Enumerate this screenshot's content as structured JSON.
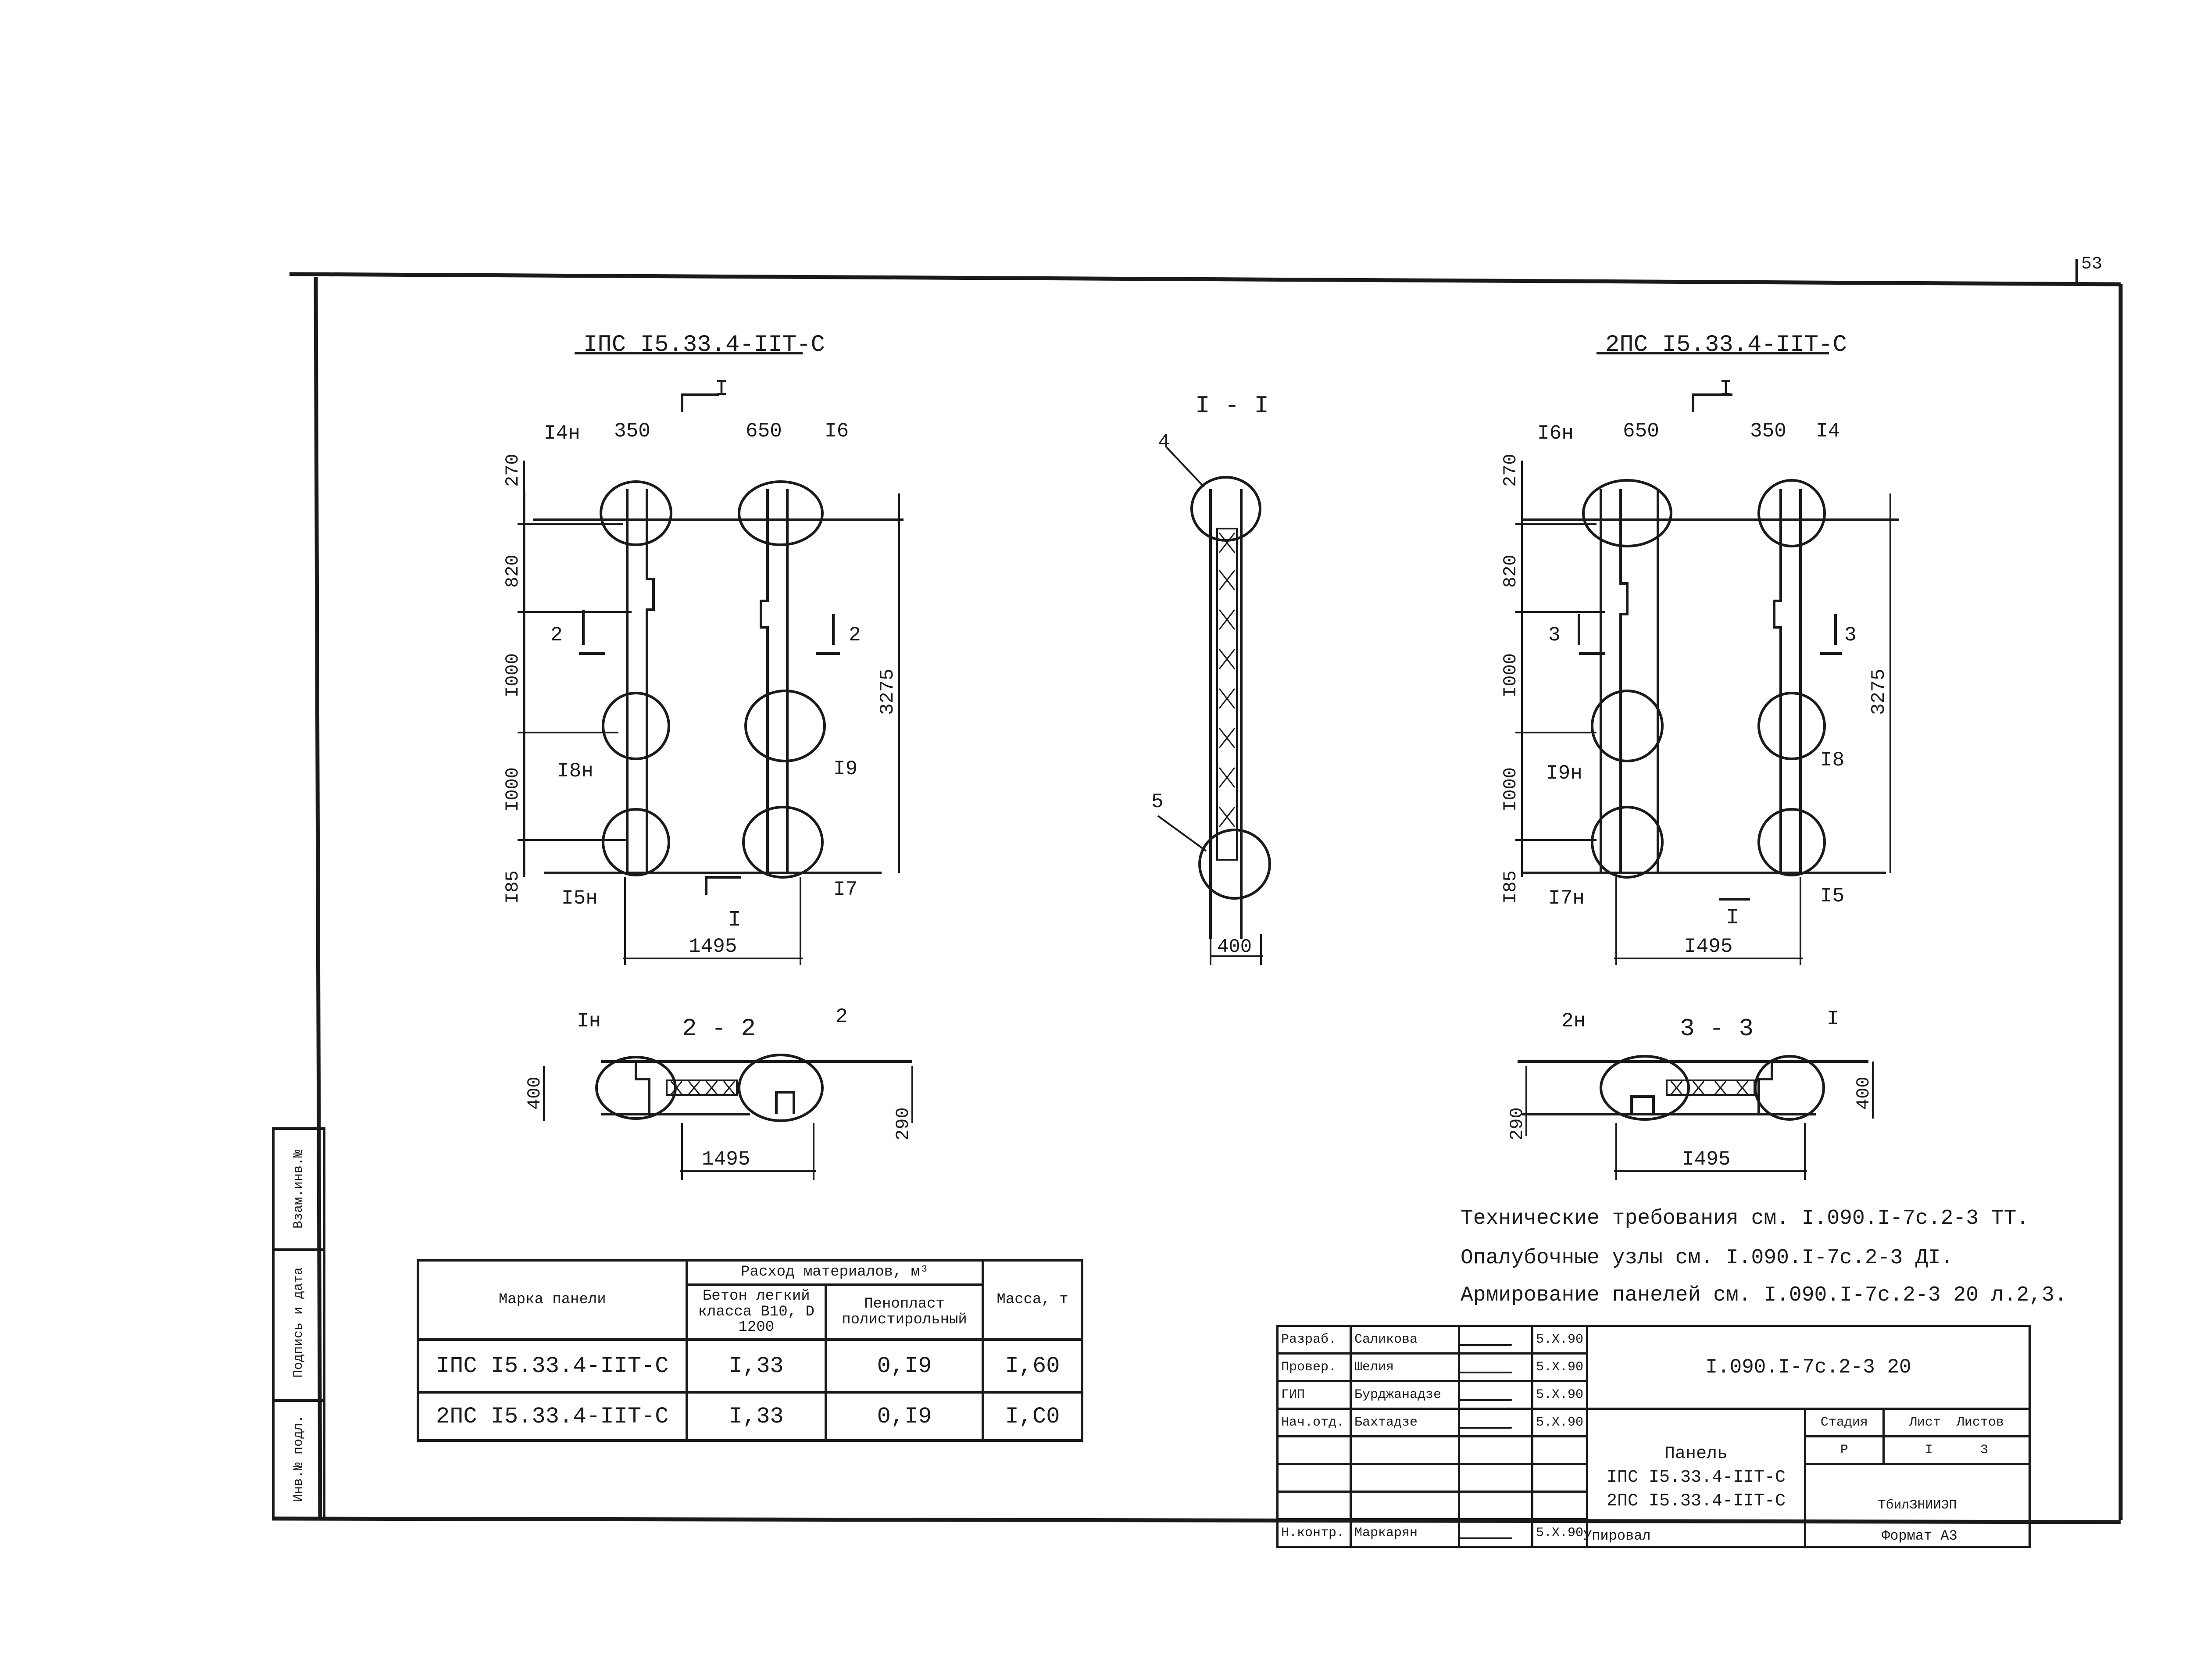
{
  "sheet": {
    "page_number": "53",
    "format_label": "Формат А3",
    "copied_label": "Упировал"
  },
  "panel_left": {
    "title": "IПС I5.33.4-IIТ-С",
    "section_marks": [
      "I",
      "I"
    ],
    "nodes": [
      "I4н",
      "I6",
      "I8н",
      "I9",
      "I5н",
      "I7"
    ],
    "dims_top": [
      "350",
      "650"
    ],
    "dims_left": [
      "270",
      "820",
      "I000",
      "I000",
      "I85"
    ],
    "section_arrows": [
      "2",
      "2"
    ],
    "dim_height": "3275",
    "dim_width": "1495"
  },
  "panel_right": {
    "title": "2ПС I5.33.4-IIТ-С",
    "section_marks": [
      "I",
      "I"
    ],
    "nodes": [
      "I6н",
      "I4",
      "I9н",
      "I8",
      "I7н",
      "I5"
    ],
    "dims_top": [
      "650",
      "350"
    ],
    "dims_left": [
      "270",
      "820",
      "I000",
      "I000",
      "I85"
    ],
    "section_arrows": [
      "3",
      "3"
    ],
    "dim_height": "3275",
    "dim_width": "I495"
  },
  "section_i": {
    "title": "I - I",
    "nodes": [
      "4",
      "5"
    ],
    "dim_thickness": "400"
  },
  "section_22": {
    "title": "2 - 2",
    "nodes": [
      "Iн",
      "2"
    ],
    "dim_left": "400",
    "dim_right": "290",
    "dim_width": "1495"
  },
  "section_33": {
    "title": "3 - 3",
    "nodes": [
      "2н",
      "I"
    ],
    "dim_left": "290",
    "dim_right": "400",
    "dim_width": "I495"
  },
  "notes": [
    "Технические требования см. I.090.I-7с.2-3 ТТ.",
    "Опалубочные узлы см. I.090.I-7с.2-3 ДI.",
    "Армирование панелей см. I.090.I-7с.2-3 20 л.2,3."
  ],
  "side_strip": {
    "labels": [
      "Взам.инв.№",
      "Подпись и дата",
      "Инв.№ подл."
    ]
  },
  "materials_table": {
    "col_mark": "Марка панели",
    "col_group": "Расход материалов, м³",
    "col_concrete": "Бетон легкий класса B10, D 1200",
    "col_foam": "Пенопласт полистирольный",
    "col_mass": "Масса, т",
    "rows": [
      {
        "mark": "IПС I5.33.4-IIТ-С",
        "concrete": "I,33",
        "foam": "0,I9",
        "mass": "I,60"
      },
      {
        "mark": "2ПС I5.33.4-IIТ-С",
        "concrete": "I,33",
        "foam": "0,I9",
        "mass": "I,C0"
      }
    ]
  },
  "stamp": {
    "doc_code": "I.090.I-7с.2-3 20",
    "name_line1": "Панель",
    "name_line2": "IПС I5.33.4-IIТ-С",
    "name_line3": "2ПС I5.33.4-IIТ-С",
    "stage_label": "Стадия",
    "sheet_label": "Лист",
    "sheets_label": "Листов",
    "stage": "Р",
    "sheet": "I",
    "sheets": "3",
    "org": "ТбилЗНИИЭП",
    "people": [
      {
        "role": "Разраб.",
        "name": "Саликова",
        "date": "5.Х.90"
      },
      {
        "role": "Провер.",
        "name": "Шелия",
        "date": "5.Х.90"
      },
      {
        "role": "ГИП",
        "name": "Бурджанадзе",
        "date": "5.Х.90"
      },
      {
        "role": "Нач.отд.",
        "name": "Бахтадзе",
        "date": "5.Х.90"
      },
      {
        "role": "Н.контр.",
        "name": "Маркарян",
        "date": "5.Х.90"
      }
    ]
  }
}
